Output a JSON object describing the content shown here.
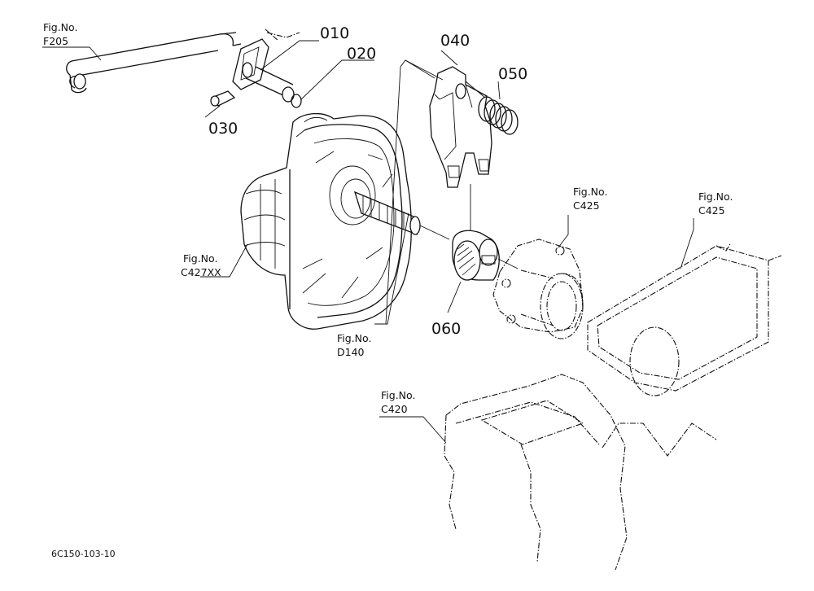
{
  "diagram": {
    "parts": [
      {
        "id": "p010",
        "number": "010"
      },
      {
        "id": "p020",
        "number": "020"
      },
      {
        "id": "p030",
        "number": "030"
      },
      {
        "id": "p040",
        "number": "040"
      },
      {
        "id": "p050",
        "number": "050"
      },
      {
        "id": "p060",
        "number": "060"
      }
    ],
    "figure_refs": [
      {
        "id": "f205",
        "label": "Fig.No.",
        "code": "F205"
      },
      {
        "id": "c427xx",
        "label": "Fig.No.",
        "code": "C427XX"
      },
      {
        "id": "d140",
        "label": "Fig.No.",
        "code": "D140"
      },
      {
        "id": "c425a",
        "label": "Fig.No.",
        "code": "C425"
      },
      {
        "id": "c425b",
        "label": "Fig.No.",
        "code": "C425"
      },
      {
        "id": "c420",
        "label": "Fig.No.",
        "code": "C420"
      }
    ],
    "drawing_code": "6C150-103-10"
  }
}
